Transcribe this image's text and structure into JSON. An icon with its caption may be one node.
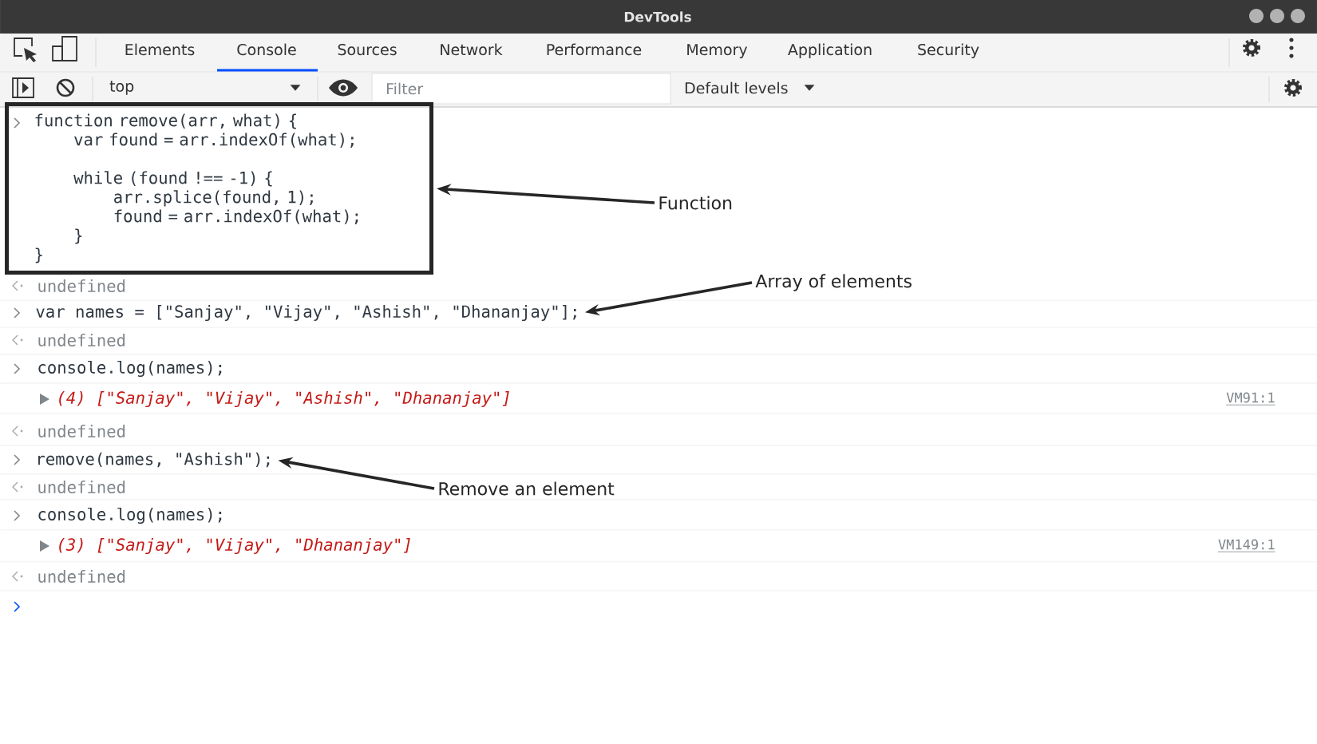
{
  "diagram": {
    "title": "DevTools",
    "nodes": [
      {
        "text": [
          "function remove(arr, what) {",
          "var found = arr.indexOf(what);",
          "while (found !== -1) {",
          "arr.splice(found, 1);",
          "found = arr.indexOf(what);",
          "}",
          "}"
        ]
      },
      {
        "text": [
          "Function"
        ]
      },
      {
        "text": [
          "var names = [\"Sanjay\", \"Vijay\", \"Ashish\", \"Dhananjay\"];"
        ]
      },
      {
        "text": [
          "Array of elements"
        ]
      },
      {
        "text": [
          "remove(names, \"Ashish\");"
        ]
      },
      {
        "text": [
          "Remove an element"
        ]
      }
    ],
    "edges": [
      {
        "from": 1,
        "to": 0,
        "arrow": "to"
      },
      {
        "from": 3,
        "to": 2,
        "arrow": "to"
      },
      {
        "from": 5,
        "to": 4,
        "arrow": "to"
      }
    ],
    "labels": [
      "Elements",
      "Console",
      "Sources",
      "Network",
      "Performance",
      "Memory",
      "Application",
      "Security",
      "top",
      "Filter",
      "Default levels",
      "undefined",
      "undefined",
      "console.log(names);",
      "(4) [\"Sanjay\", \"Vijay\", \"Ashish\", \"Dhananjay\"]",
      "VM91:1",
      "undefined",
      "undefined",
      "console.log(names);",
      "(3) [\"Sanjay\", \"Vijay\", \"Dhananjay\"]",
      "VM149:1",
      "undefined"
    ]
  }
}
